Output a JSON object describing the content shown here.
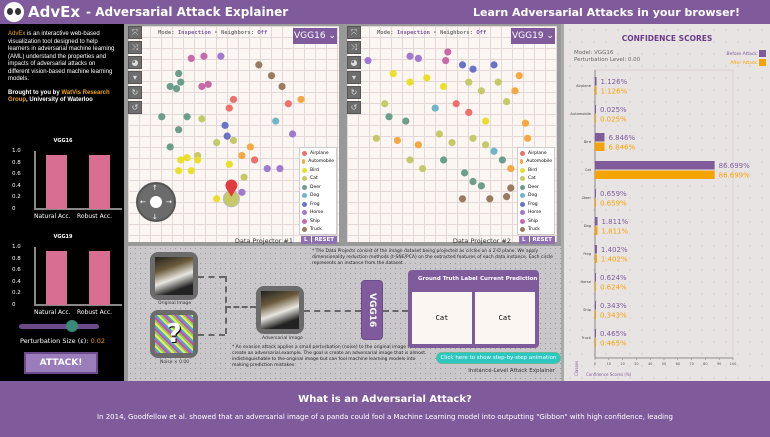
{
  "header": {
    "title": "AdvEx",
    "subtitle": "- Adversarial Attack Explainer",
    "tagline": "Learn Adversarial Attacks in your browser!"
  },
  "left": {
    "intro_highlight": "AdvEx",
    "intro": " is an interactive web-based visualization tool designed to help learners in adversarial machine learning (AML) understand the properties and impacts of adversarial attacks on different vision-based machine learning models.",
    "credit_pre": "Brought to you by ",
    "credit_link": "WatVis Research Group",
    "credit_post": ", University of Waterloo",
    "charts": [
      {
        "title": "VGG16",
        "yticks": [
          "1.0",
          "0.8",
          "0.6",
          "0.4",
          "0.2",
          "0"
        ],
        "labels": [
          "Natural Acc.",
          "Robust Acc."
        ],
        "values": [
          0.93,
          0.93
        ]
      },
      {
        "title": "VGG19",
        "yticks": [
          "1.0",
          "0.8",
          "0.6",
          "0.4",
          "0.2",
          "0"
        ],
        "labels": [
          "Natural Acc.",
          "Robust Acc."
        ],
        "values": [
          0.93,
          0.93
        ]
      }
    ],
    "slider_value": 0.02,
    "perturbation_label": "Perturbation Size (ε): ",
    "perturbation_value": "0.02",
    "attack_button": "ATTACK!"
  },
  "projectors": [
    {
      "mode_label": "Mode: ",
      "mode": "Inspection",
      "sep": " ∘ ",
      "neighbors_label": "Neighbors: ",
      "neighbors": "Off",
      "model": "VGG16 ⌄",
      "name": "Data Projector #1",
      "l_btn": "L",
      "reset": "RESET"
    },
    {
      "mode_label": "Mode: ",
      "mode": "Inspection",
      "sep": " ∘ ",
      "neighbors_label": "Neighbors: ",
      "neighbors": "Off",
      "model": "VGG19 ⌄",
      "name": "Data Projector #2",
      "l_btn": "L",
      "reset": "RESET"
    }
  ],
  "classes": [
    {
      "name": "Airplane",
      "color": "#ef6f6c"
    },
    {
      "name": "Automobile",
      "color": "#f5a742"
    },
    {
      "name": "Bird",
      "color": "#eadf2a"
    },
    {
      "name": "Cat",
      "color": "#c5c96a"
    },
    {
      "name": "Deer",
      "color": "#6c9e8c"
    },
    {
      "name": "Dog",
      "color": "#6fb5c8"
    },
    {
      "name": "Frog",
      "color": "#6b73c9"
    },
    {
      "name": "Horse",
      "color": "#a07ad0"
    },
    {
      "name": "Ship",
      "color": "#c86aa8"
    },
    {
      "name": "Truck",
      "color": "#9a7b62"
    }
  ],
  "points": [
    [
      [
        30,
        15,
        8
      ],
      [
        36,
        14,
        8
      ],
      [
        44,
        14,
        7
      ],
      [
        24,
        22,
        4
      ],
      [
        25,
        26,
        4
      ],
      [
        20,
        28,
        4
      ],
      [
        23,
        29,
        4
      ],
      [
        35,
        28,
        8
      ],
      [
        38,
        27,
        8
      ],
      [
        48,
        38,
        0
      ],
      [
        50,
        34,
        0
      ],
      [
        16,
        42,
        4
      ],
      [
        28,
        42,
        4
      ],
      [
        35,
        43,
        3
      ],
      [
        24,
        48,
        4
      ],
      [
        46,
        46,
        6
      ],
      [
        47,
        51,
        6
      ],
      [
        50,
        53,
        3
      ],
      [
        20,
        56,
        4
      ],
      [
        42,
        54,
        3
      ],
      [
        33,
        60,
        3
      ],
      [
        54,
        60,
        1
      ],
      [
        58,
        56,
        1
      ],
      [
        60,
        62,
        0
      ],
      [
        25,
        62,
        2
      ],
      [
        28,
        61,
        2
      ],
      [
        33,
        62,
        2
      ],
      [
        24,
        67,
        2
      ],
      [
        30,
        67,
        2
      ],
      [
        48,
        64,
        2
      ],
      [
        55,
        70,
        3
      ],
      [
        62,
        18,
        9
      ],
      [
        68,
        23,
        9
      ],
      [
        73,
        28,
        9
      ],
      [
        76,
        36,
        0
      ],
      [
        70,
        44,
        5
      ],
      [
        82,
        34,
        1
      ],
      [
        78,
        50,
        7
      ],
      [
        66,
        66,
        7
      ],
      [
        72,
        66,
        7
      ],
      [
        54,
        77,
        7
      ],
      [
        42,
        80,
        2
      ],
      [
        48,
        78,
        2
      ],
      [
        86,
        58,
        5
      ],
      [
        90,
        72,
        1
      ]
    ],
    [
      [
        10,
        16,
        7
      ],
      [
        30,
        14,
        7
      ],
      [
        34,
        15,
        7
      ],
      [
        48,
        12,
        8
      ],
      [
        47,
        16,
        8
      ],
      [
        55,
        18,
        6
      ],
      [
        60,
        20,
        6
      ],
      [
        70,
        18,
        6
      ],
      [
        82,
        23,
        1
      ],
      [
        80,
        30,
        1
      ],
      [
        22,
        22,
        2
      ],
      [
        30,
        26,
        2
      ],
      [
        38,
        24,
        2
      ],
      [
        46,
        28,
        2
      ],
      [
        58,
        26,
        3
      ],
      [
        64,
        30,
        3
      ],
      [
        72,
        26,
        3
      ],
      [
        76,
        35,
        3
      ],
      [
        18,
        36,
        3
      ],
      [
        20,
        42,
        4
      ],
      [
        28,
        44,
        4
      ],
      [
        42,
        38,
        5
      ],
      [
        52,
        36,
        0
      ],
      [
        58,
        40,
        0
      ],
      [
        66,
        44,
        2
      ],
      [
        14,
        52,
        3
      ],
      [
        24,
        53,
        1
      ],
      [
        34,
        55,
        1
      ],
      [
        44,
        50,
        3
      ],
      [
        50,
        54,
        3
      ],
      [
        60,
        52,
        3
      ],
      [
        66,
        55,
        3
      ],
      [
        70,
        58,
        5
      ],
      [
        74,
        62,
        4
      ],
      [
        78,
        66,
        1
      ],
      [
        30,
        62,
        3
      ],
      [
        36,
        66,
        3
      ],
      [
        46,
        62,
        4
      ],
      [
        56,
        68,
        4
      ],
      [
        60,
        72,
        4
      ],
      [
        64,
        74,
        4
      ],
      [
        78,
        75,
        9
      ],
      [
        76,
        79,
        9
      ],
      [
        68,
        80,
        9
      ],
      [
        55,
        80,
        9
      ],
      [
        86,
        52,
        1
      ],
      [
        85,
        45,
        1
      ]
    ]
  ],
  "selected_point": [
    49,
    80
  ],
  "instance": {
    "original_label": "Original Image",
    "noise_label": "Noise × 0.00",
    "adversarial_label": "Adversarial Image",
    "projector_note": "* The Data Projects consist of the image dataset being projected as circles on a 2-D plane. We apply dimensionality reduction methods (t-SNE/PCA) on the extracted features of each data instance. Each circle represents an instance from the dataset.",
    "evasion_note": "* An evasion attack applies a small perturbation (noise) to the original image to create an adversarial example. The goal is create an adversarial image that is almost indistinguishable to the original image but can fool machine learning models into making prediction mistakes.",
    "model": "VGG16",
    "gt_header": "Ground Truth Label",
    "pred_header": "Current Prediction",
    "gt_value": "Cat",
    "pred_value": "Cat",
    "animation_button": "Click here to show step-by-step animation",
    "panel_title": "Instance-Level Attack Explainer"
  },
  "chart_data": {
    "type": "bar",
    "title": "CONFIDENCE SCORES",
    "model_info": "Model: VGG16",
    "perturbation_info": "Perturbation Level: 0.00",
    "categories": [
      "Airplane",
      "Automobile",
      "Bird",
      "Cat",
      "Deer",
      "Dog",
      "Frog",
      "Horse",
      "Ship",
      "Truck"
    ],
    "series": [
      {
        "name": "Before Attack",
        "color": "#7f5b9c",
        "values": [
          1.126,
          0.025,
          6.846,
          86.699,
          0.659,
          1.811,
          1.402,
          0.624,
          0.343,
          0.465
        ]
      },
      {
        "name": "After Attack",
        "color": "#f5a300",
        "values": [
          1.126,
          0.025,
          6.846,
          86.699,
          0.659,
          1.811,
          1.402,
          0.624,
          0.343,
          0.465
        ]
      }
    ],
    "xlabel": "Confidence Scores (%)",
    "ylabel": "Classes",
    "xlim": [
      0,
      100
    ],
    "xticks": [
      0,
      10,
      20,
      30,
      40,
      50,
      60,
      70,
      80,
      90,
      100
    ]
  },
  "footer": {
    "title": "What is an Adversarial Attack?",
    "text": "In 2014, Goodfellow et al. showed that an adversarial image of a panda could fool a Machine Learning model into outputting \"Gibbon\" with high confidence, leading"
  }
}
